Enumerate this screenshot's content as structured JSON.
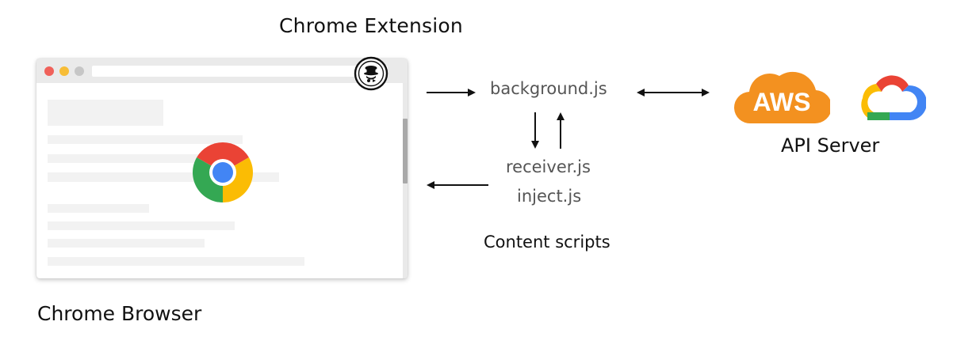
{
  "labels": {
    "chrome_extension": "Chrome Extension",
    "chrome_browser": "Chrome Browser",
    "api_server": "API Server",
    "content_scripts": "Content scripts"
  },
  "files": {
    "background": "background.js",
    "receiver": "receiver.js",
    "inject": "inject.js"
  },
  "logos": {
    "aws_text": "AWS"
  },
  "icons": [
    "extension-icon",
    "chrome-logo-icon",
    "aws-cloud-icon",
    "google-cloud-icon"
  ],
  "colors": {
    "dot_red": "#f0615a",
    "dot_yellow": "#f7bd37",
    "dot_gray": "#c6c6c6",
    "aws_orange": "#f39120",
    "google_red": "#ea4335",
    "google_yellow": "#fbbc04",
    "google_green": "#34a853",
    "google_blue": "#4285f4",
    "arrow": "#111111"
  }
}
